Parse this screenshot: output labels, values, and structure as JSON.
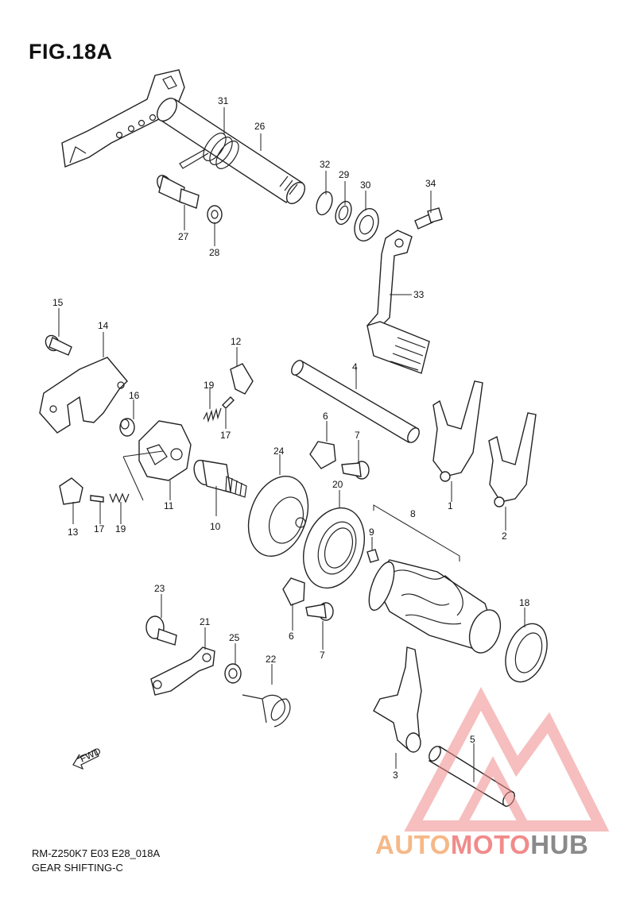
{
  "figure": {
    "title": "FIG.18A",
    "model_code": "RM-Z250K7 E03 E28_018A",
    "caption": "GEAR SHIFTING-C",
    "fwd_label": "FWD"
  },
  "callouts": [
    "1",
    "2",
    "3",
    "4",
    "5",
    "6",
    "6",
    "7",
    "7",
    "8",
    "9",
    "10",
    "11",
    "12",
    "13",
    "14",
    "15",
    "16",
    "17",
    "17",
    "18",
    "19",
    "19",
    "20",
    "21",
    "22",
    "23",
    "24",
    "25",
    "26",
    "27",
    "28",
    "29",
    "30",
    "31",
    "32",
    "33",
    "34"
  ],
  "watermark": {
    "part1": "AUTO",
    "part2": "MOTO",
    "part3": "HUB",
    "colors": {
      "auto": "#f5b888",
      "moto": "#f18b8b",
      "hub": "#8a8a8a",
      "logo": "#f08a8a"
    }
  }
}
